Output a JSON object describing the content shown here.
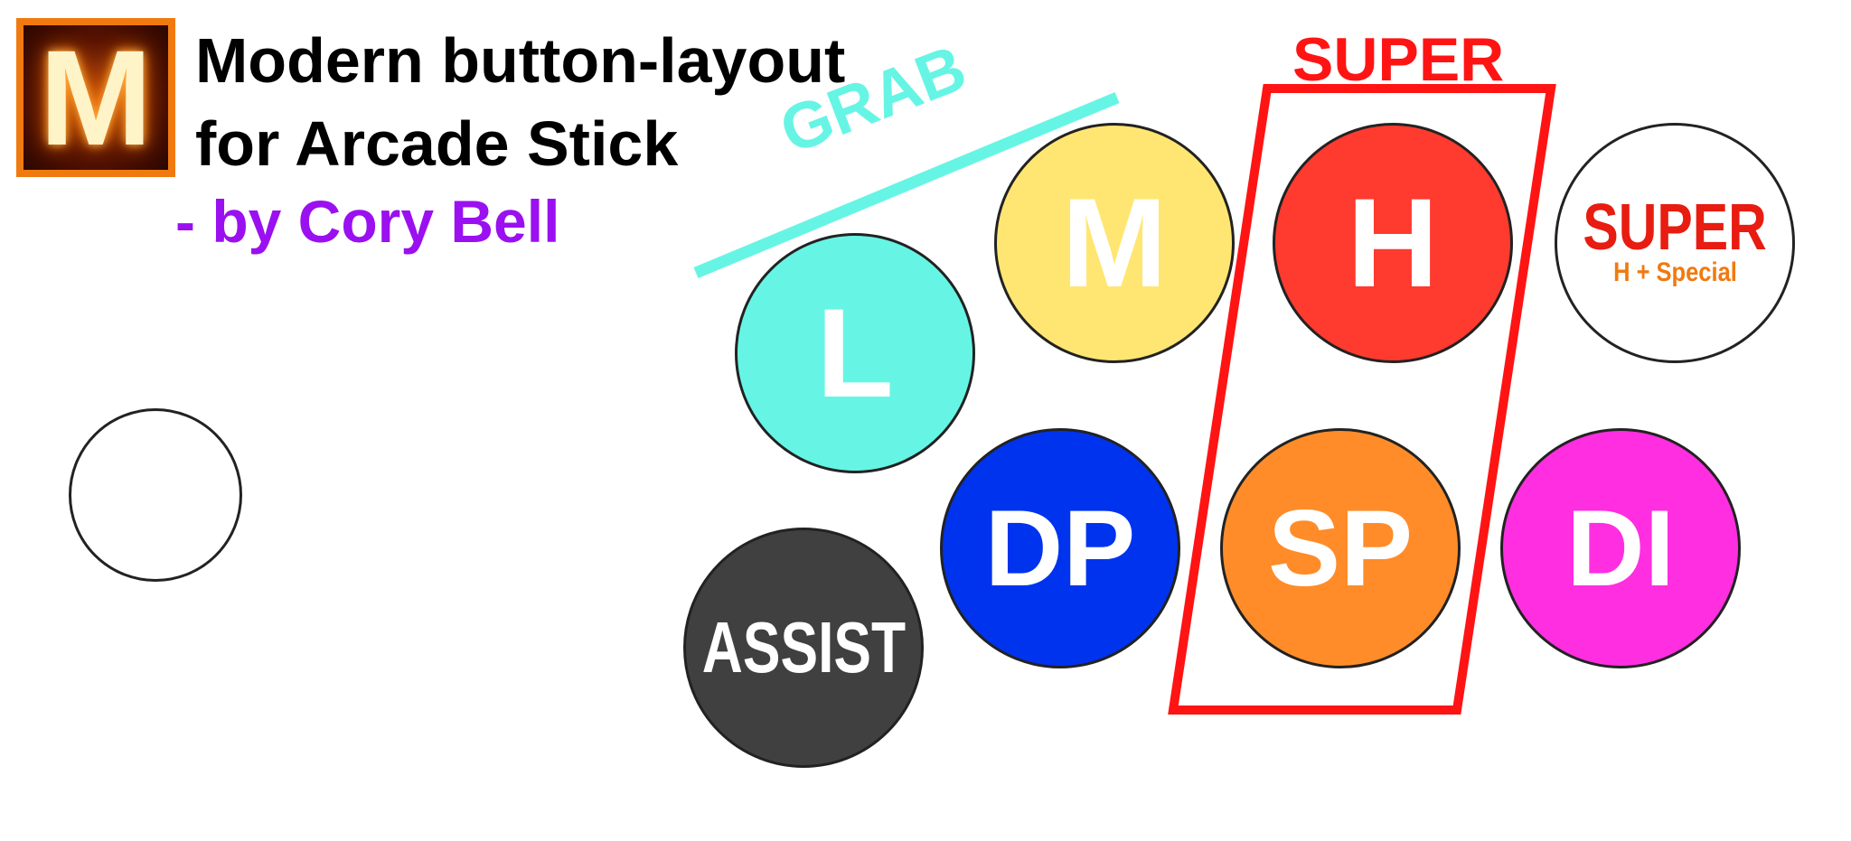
{
  "header": {
    "logo_letter": "M",
    "title_line1": "Modern button-layout",
    "title_line2": "for Arcade Stick",
    "author": "- by Cory Bell"
  },
  "labels": {
    "grab": "GRAB",
    "super": "SUPER"
  },
  "buttons": {
    "l": {
      "label": "L",
      "color": "#66f5e4"
    },
    "m": {
      "label": "M",
      "color": "#ffe672"
    },
    "h": {
      "label": "H",
      "color": "#ff3a2e"
    },
    "super": {
      "label": "SUPER",
      "sublabel": "H + Special",
      "color": "#ffffff"
    },
    "assist": {
      "label": "ASSIST",
      "color": "#404040"
    },
    "dp": {
      "label": "DP",
      "color": "#0033ee"
    },
    "sp": {
      "label": "SP",
      "color": "#ff8c28"
    },
    "di": {
      "label": "DI",
      "color": "#ff2ee0"
    },
    "stick": {
      "color": "#ffffff"
    }
  },
  "colors": {
    "grab": "#66f5e4",
    "super_frame": "#ff1414",
    "author": "#9a10f0",
    "logo_border": "#f07a10"
  }
}
